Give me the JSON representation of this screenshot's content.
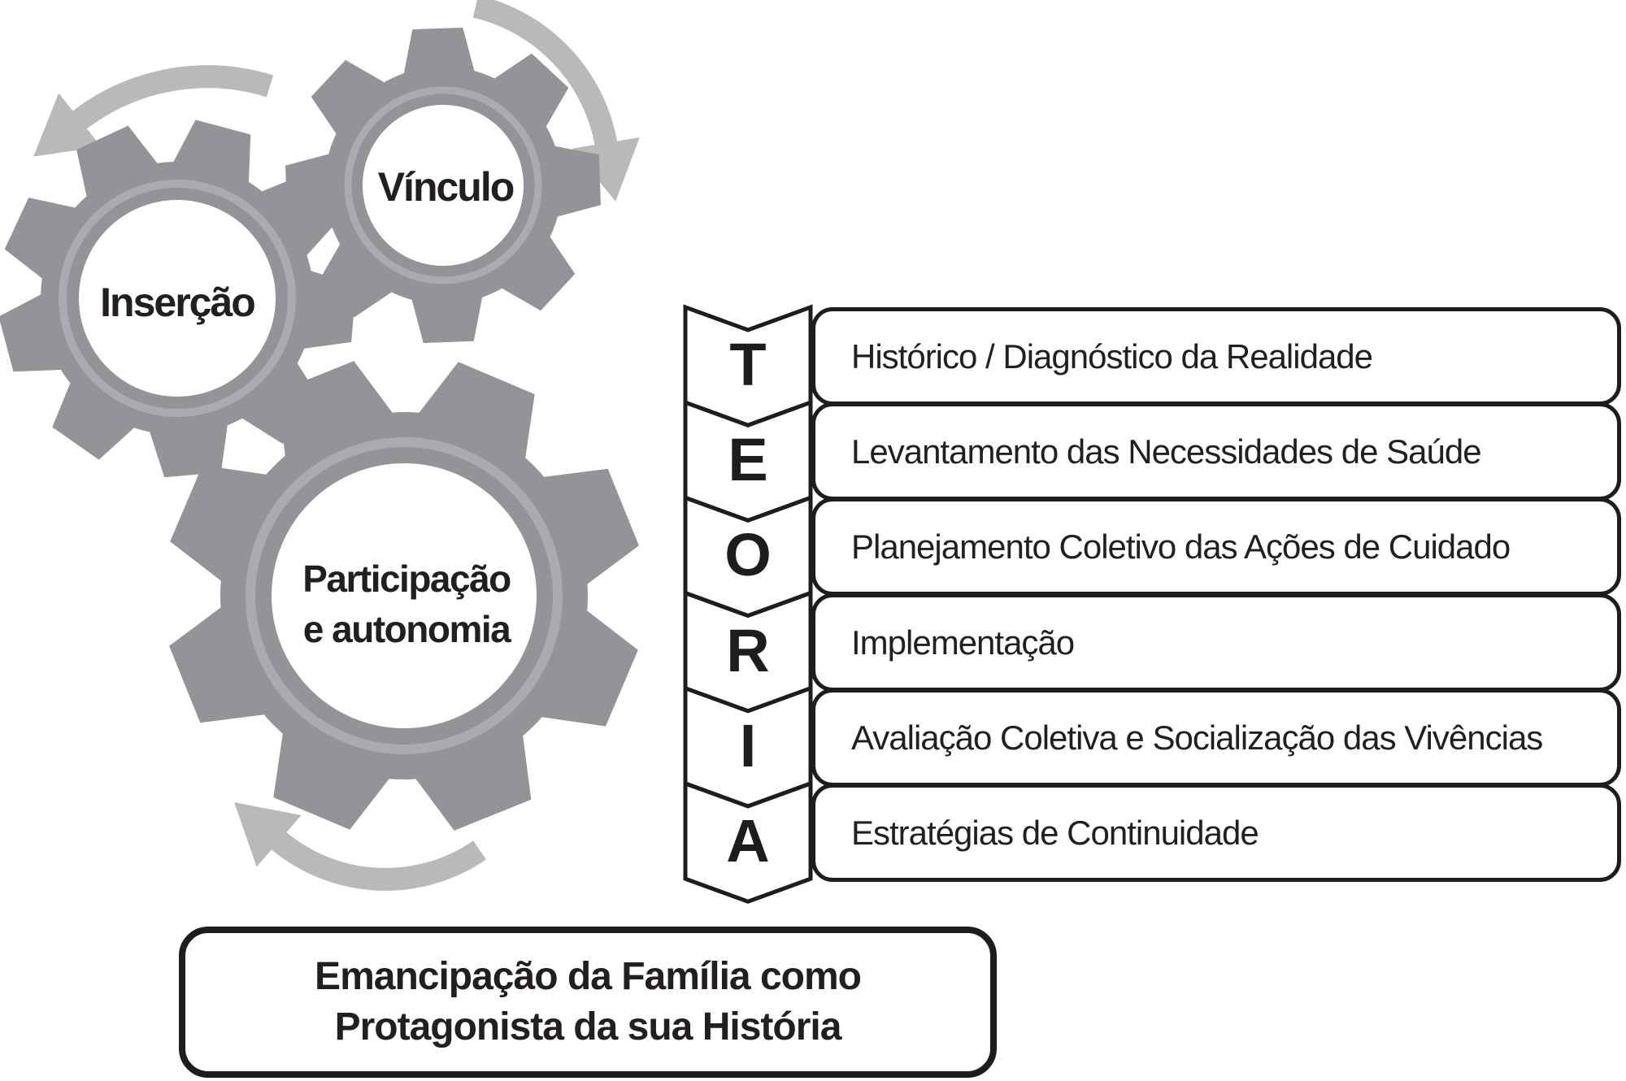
{
  "title": "Diagrama de processo de cuidado — TEORIA",
  "colors": {
    "gear_gray": "#929497",
    "gear_inner_ring_gray": "#a9abae",
    "arrow_gray": "#b7b9bb",
    "line_black": "#1d1d1b",
    "text_black": "#231f20",
    "background": "#ffffff"
  },
  "gears": [
    {
      "id": "insercao",
      "label": "Inserção",
      "lines": [
        "Inserção"
      ]
    },
    {
      "id": "vinculo",
      "label": "Vínculo",
      "lines": [
        "Vínculo"
      ]
    },
    {
      "id": "participacao",
      "label": "Participação e autonomia",
      "lines": [
        "Participação",
        "e autonomia"
      ]
    }
  ],
  "arrows": [
    {
      "id": "arrow-insercao",
      "direction": "counterclockwise"
    },
    {
      "id": "arrow-vinculo",
      "direction": "clockwise"
    },
    {
      "id": "arrow-participacao",
      "direction": "counterclockwise"
    }
  ],
  "ribbon": {
    "word": "TEORIA",
    "letters": [
      "T",
      "E",
      "O",
      "R",
      "I",
      "A"
    ]
  },
  "steps": [
    "Histórico / Diagnóstico da Realidade",
    "Levantamento das Necessidades de Saúde",
    "Planejamento Coletivo das Ações de Cuidado",
    "Implementação",
    "Avaliação Coletiva e Socialização das Vivências",
    "Estratégias de Continuidade"
  ],
  "outcome": {
    "text": "Emancipação da Família como Protagonista da sua História",
    "lines": [
      "Emancipação da Família como",
      "Protagonista da sua História"
    ]
  }
}
